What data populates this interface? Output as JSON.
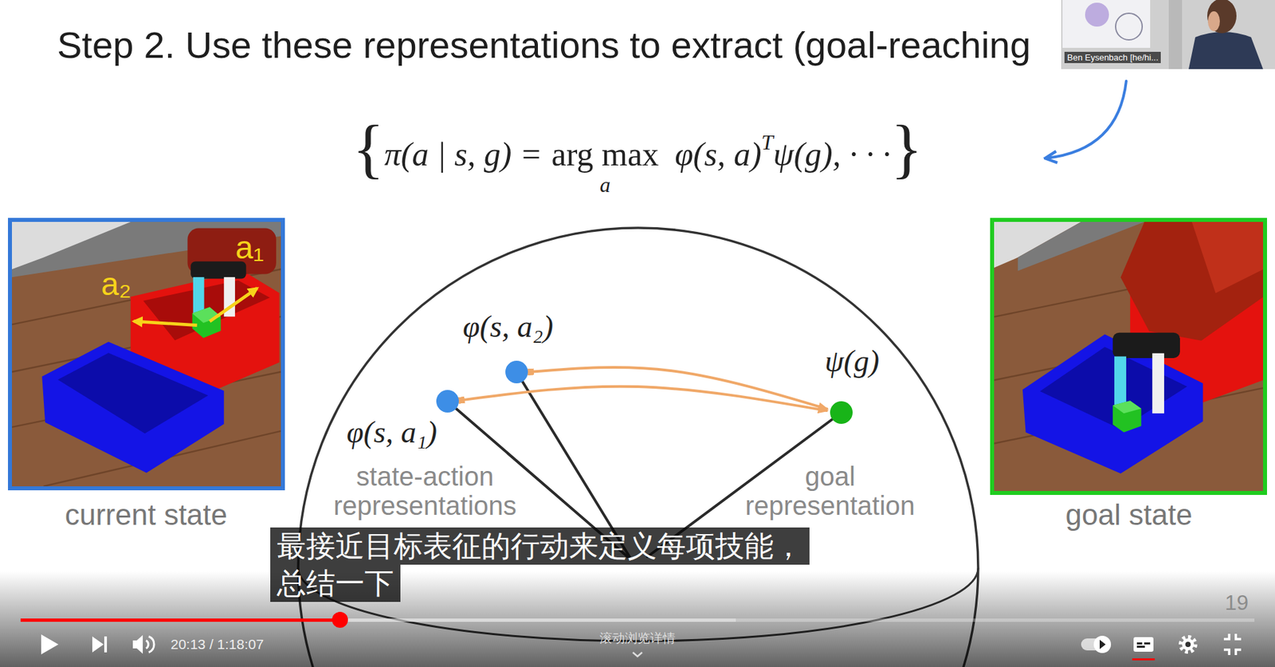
{
  "diagram": {
    "title": "Step 2. Use these representations to extract (goal-reaching",
    "nodes": [
      {
        "text": [
          "current state"
        ]
      },
      {
        "text": [
          "state-action representations",
          "goal representation"
        ]
      },
      {
        "text": [
          "φ(s, a₂)"
        ],
        "in": 1
      },
      {
        "text": [
          "φ(s, a₁)"
        ],
        "in": 1
      },
      {
        "text": [
          "ψ(g)"
        ],
        "in": 1
      },
      {
        "text": [
          "goal state"
        ]
      }
    ],
    "edges": [
      {
        "from": 3,
        "to": 4,
        "arrow": "to"
      },
      {
        "from": 2,
        "to": 4,
        "arrow": "to"
      }
    ],
    "labels": [
      "Ben Eysenbach [he/hi...",
      "{",
      "π(a | s, g) =",
      "arg max",
      "a",
      "φ(s, a)",
      "T",
      "ψ(g), · · ·",
      "}",
      "a₁",
      "a₂",
      "最接近目标表征的行动来定义每项技能，",
      "总结一下",
      "19",
      "20:13 / 1:18:07",
      "滚动浏览详情"
    ]
  }
}
